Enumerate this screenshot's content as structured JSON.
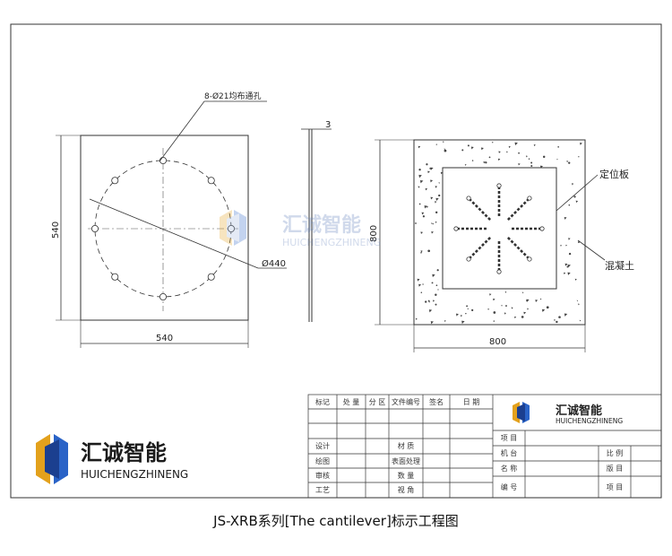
{
  "drawing": {
    "plate": {
      "hole_spec": "8-Ø21均布通孔",
      "circle_dia": "Ø440",
      "width": "540",
      "height": "540",
      "thickness": "3"
    },
    "embedded": {
      "label_plate": "定位板",
      "label_concrete": "混凝土",
      "width": "800",
      "height": "800"
    },
    "watermark": {
      "brand": "汇诚智能",
      "pinyin": "HUICHENGZHINENG"
    },
    "logo": {
      "brand": "汇诚智能",
      "pinyin": "HUICHENGZHINENG"
    },
    "title_block": {
      "logo_brand": "汇诚智能",
      "logo_pinyin": "HUICHENGZHINENG",
      "top_headers": [
        "标记",
        "处 量",
        "分 区",
        "文件编号",
        "签名",
        "日 期"
      ],
      "left_rows": [
        [
          "设计",
          "材 质"
        ],
        [
          "绘图",
          "表面处理"
        ],
        [
          "审核",
          "数 量"
        ],
        [
          "工艺",
          "视 角"
        ]
      ],
      "right_rows": [
        [
          "项 目",
          ""
        ],
        [
          "机 台",
          "比 例"
        ],
        [
          "名 称",
          "版 目"
        ],
        [
          "编 号",
          "项 目"
        ]
      ]
    },
    "caption": "JS-XRB系列[The cantilever]标示工程图"
  }
}
